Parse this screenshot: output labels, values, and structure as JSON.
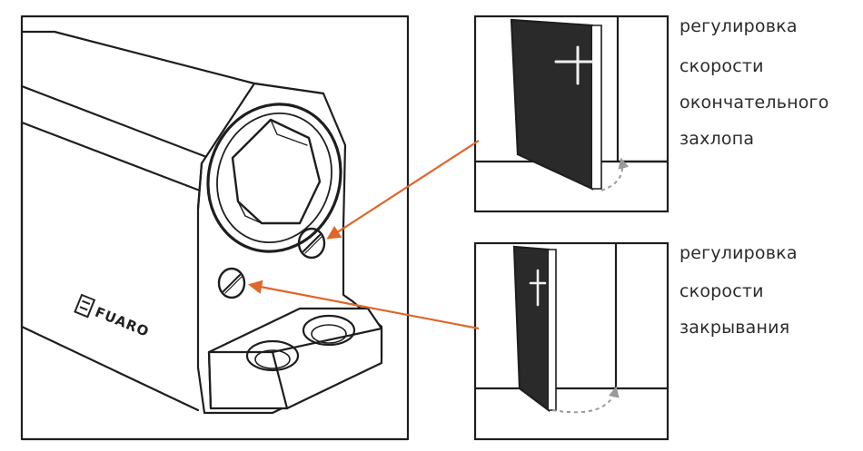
{
  "brand": {
    "text": "FUARO"
  },
  "panels": [
    {
      "name": "final-slam-speed",
      "caption_lines": [
        "регулировка",
        "скорости",
        "окончательного",
        "захлопа"
      ]
    },
    {
      "name": "closing-speed",
      "caption_lines": [
        "регулировка",
        "скорости",
        "закрывания"
      ]
    }
  ],
  "colors": {
    "arrow": "#e0662a",
    "line": "#1e1e1e",
    "door": "#2a2a2a",
    "rotation_arrow": "#9a9a9a",
    "text": "#2b2b2b"
  }
}
